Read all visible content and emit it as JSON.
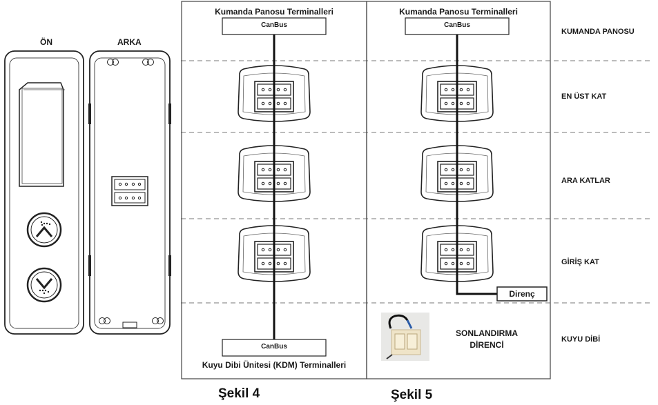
{
  "front_view_label": "ÖN",
  "back_view_label": "ARKA",
  "figure4": {
    "top_terminals_title": "Kumanda Panosu Terminalleri",
    "top_box_label": "CanBus",
    "bottom_box_label": "CanBus",
    "bottom_terminals_title": "Kuyu Dibi Ünitesi (KDM) Terminalleri",
    "caption": "Şekil 4"
  },
  "figure5": {
    "top_terminals_title": "Kumanda Panosu Terminalleri",
    "top_box_label": "CanBus",
    "resistor_label": "Direnç",
    "termination_resistor_label_line1": "SONLANDIRMA",
    "termination_resistor_label_line2": "DİRENCİ",
    "caption": "Şekil 5"
  },
  "levels": [
    "KUMANDA PANOSU",
    "EN ÜST KAT",
    "ARA KATLAR",
    "GİRİŞ KAT",
    "KUYU DİBİ"
  ]
}
